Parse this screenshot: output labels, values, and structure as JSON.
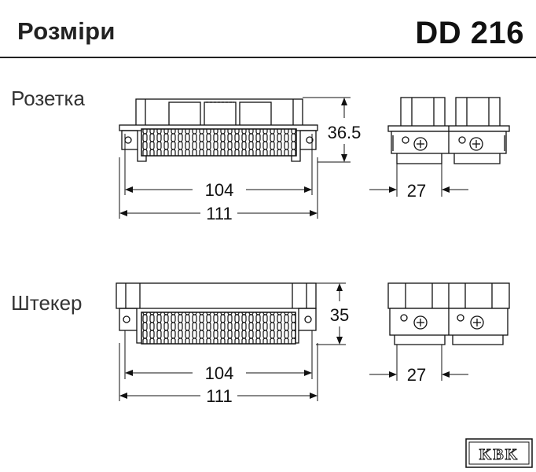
{
  "header": {
    "title": "Розміри",
    "model": "DD 216"
  },
  "sections": [
    {
      "label": "Розетка",
      "height": "36.5",
      "inner_width": "104",
      "outer_width": "111",
      "pitch": "27"
    },
    {
      "label": "Штекер",
      "height": "35",
      "inner_width": "104",
      "outer_width": "111",
      "pitch": "27"
    }
  ],
  "logo": {
    "text": "KBK"
  }
}
